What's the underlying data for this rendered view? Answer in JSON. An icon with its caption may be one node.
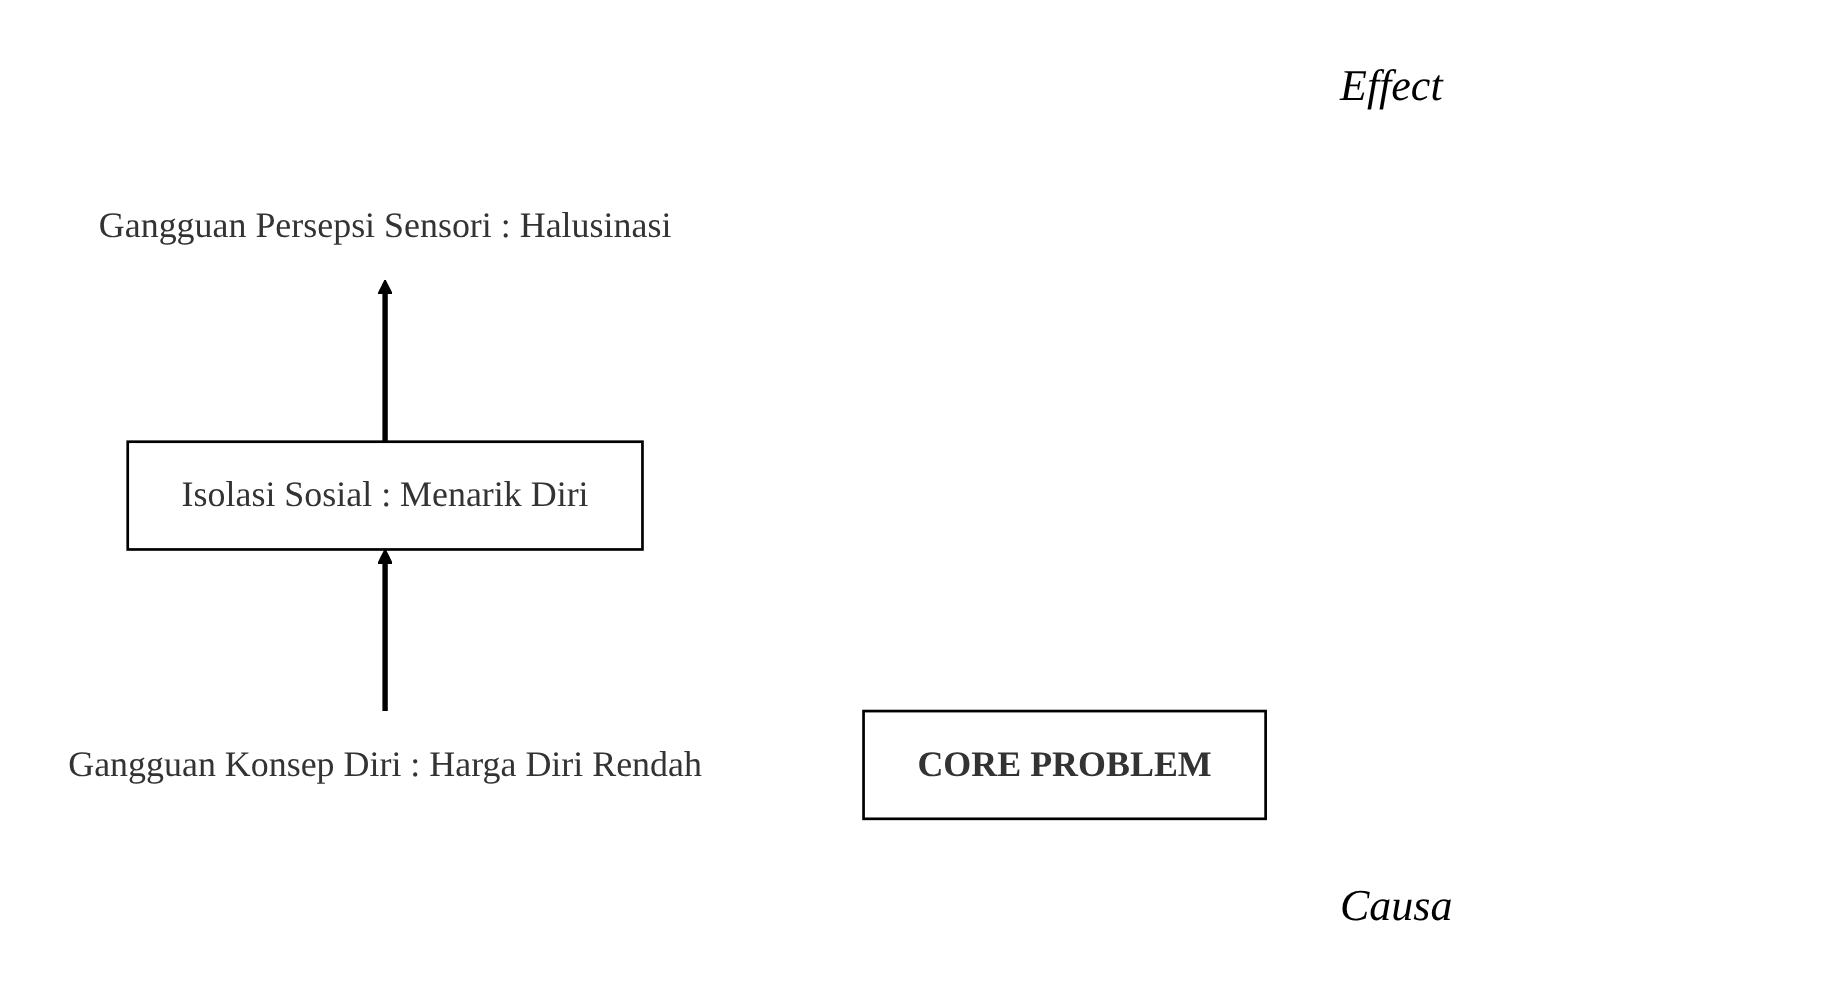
{
  "diagram": {
    "nodes": [
      {
        "text": [
          "Gangguan Persepsi Sensori : Halusinasi"
        ]
      },
      {
        "text": [
          "Isolasi Sosial : Menarik Diri"
        ]
      },
      {
        "text": [
          "Gangguan Konsep Diri : Harga Diri Rendah"
        ]
      },
      {
        "text": [
          "CORE PROBLEM"
        ]
      }
    ],
    "edges": [
      {
        "from": 2,
        "to": 1,
        "arrow": "to"
      },
      {
        "from": 1,
        "to": 0,
        "arrow": "to"
      }
    ],
    "labels": [
      "Effect",
      "Causa"
    ]
  }
}
